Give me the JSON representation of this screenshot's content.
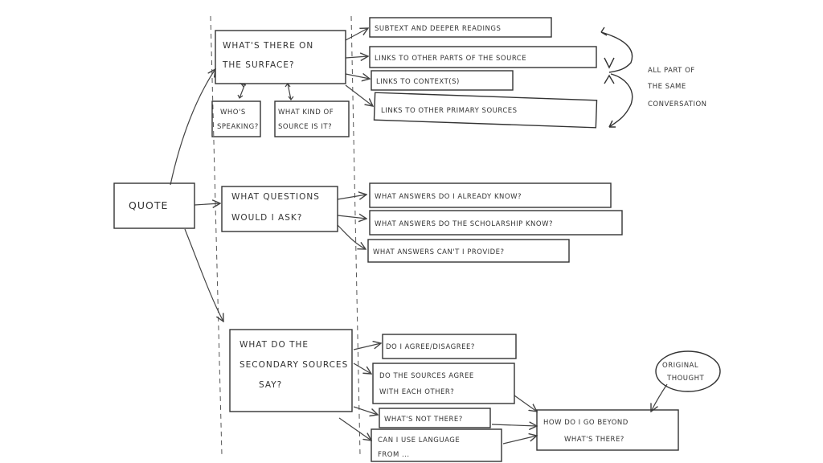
{
  "nodes": {
    "quote": [
      "QUOTE"
    ],
    "surface": [
      "WHAT'S THERE ON",
      "THE SURFACE?"
    ],
    "speaking": [
      "WHO'S",
      "SPEAKING?"
    ],
    "source_kind": [
      "WHAT KIND OF",
      "SOURCE IS IT?"
    ],
    "subtext": [
      "SUBTEXT AND DEEPER READINGS"
    ],
    "links_parts": [
      "LINKS TO OTHER PARTS OF THE SOURCE"
    ],
    "links_context": [
      "LINKS TO CONTEXT(S)"
    ],
    "links_primary": [
      "LINKS TO OTHER PRIMARY SOURCES"
    ],
    "conversation": [
      "ALL PART OF",
      "THE SAME",
      "CONVERSATION"
    ],
    "questions": [
      "WHAT QUESTIONS",
      "WOULD I ASK?"
    ],
    "already_know": [
      "WHAT ANSWERS DO I ALREADY KNOW?"
    ],
    "scholarship": [
      "WHAT ANSWERS DO THE SCHOLARSHIP KNOW?"
    ],
    "cant_provide": [
      "WHAT ANSWERS CAN'T I PROVIDE?"
    ],
    "secondary": [
      "WHAT DO THE",
      "SECONDARY SOURCES",
      "SAY?"
    ],
    "agree": [
      "DO I AGREE/DISAGREE?"
    ],
    "sources_agree": [
      "DO THE SOURCES AGREE",
      "WITH EACH OTHER?"
    ],
    "not_there": [
      "WHAT'S NOT THERE?"
    ],
    "language": [
      "CAN I USE LANGUAGE",
      "FROM ..."
    ],
    "beyond": [
      "HOW DO I GO BEYOND",
      "WHAT'S THERE?"
    ],
    "original": [
      "ORIGINAL",
      "THOUGHT"
    ]
  }
}
